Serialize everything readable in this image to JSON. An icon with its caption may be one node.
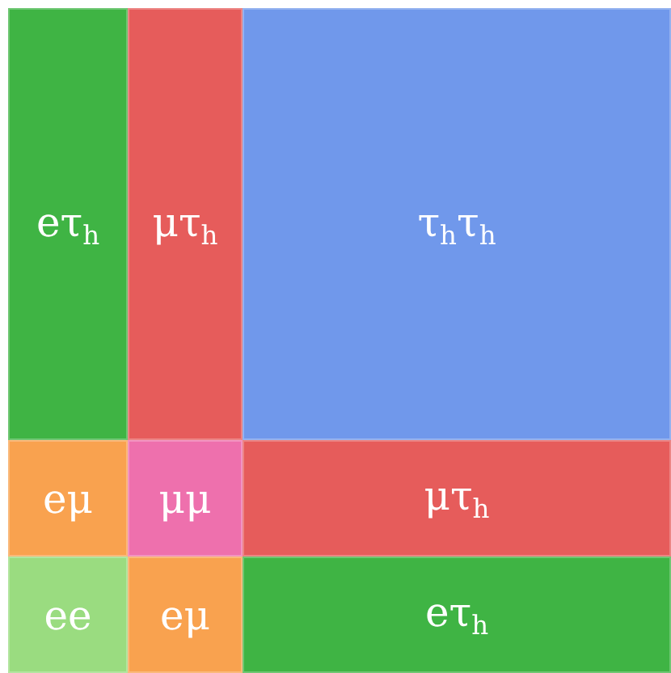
{
  "diagram": {
    "nodes": [
      {
        "text": [
          "eτ$_{h}$"
        ]
      },
      {
        "text": [
          "μτ$_{h}$"
        ]
      },
      {
        "text": [
          "τ$_{h}$τ$_{h}$"
        ]
      },
      {
        "text": [
          "eμ"
        ]
      },
      {
        "text": [
          "μμ"
        ]
      },
      {
        "text": [
          "μτ$_{h}$"
        ]
      },
      {
        "text": [
          "ee"
        ]
      },
      {
        "text": [
          "eμ"
        ]
      },
      {
        "text": [
          "eτ$_{h}$"
        ]
      }
    ]
  }
}
